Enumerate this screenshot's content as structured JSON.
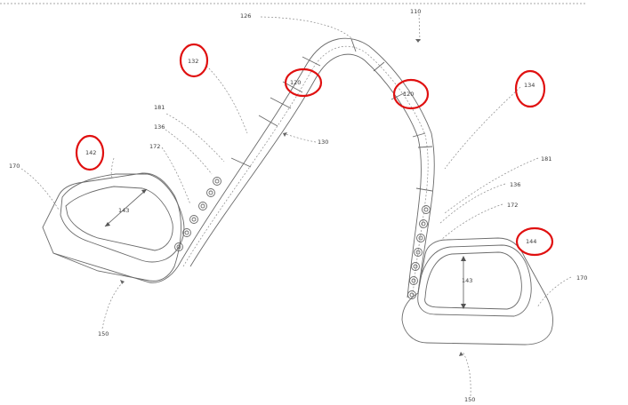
{
  "figure": {
    "labels": {
      "ref_110": "110",
      "ref_126": "126",
      "ref_132": "132",
      "ref_120_left": "120",
      "ref_120_right": "120",
      "ref_134": "134",
      "ref_181_left": "181",
      "ref_181_right": "181",
      "ref_136_left": "136",
      "ref_136_right": "136",
      "ref_172_left": "172",
      "ref_172_right": "172",
      "ref_142": "142",
      "ref_143_left": "143",
      "ref_143_right": "143",
      "ref_144": "144",
      "ref_170_left": "170",
      "ref_170_right": "170",
      "ref_130": "130",
      "ref_150_left": "150",
      "ref_150_right": "150"
    },
    "highlight_color": "#e01010"
  }
}
